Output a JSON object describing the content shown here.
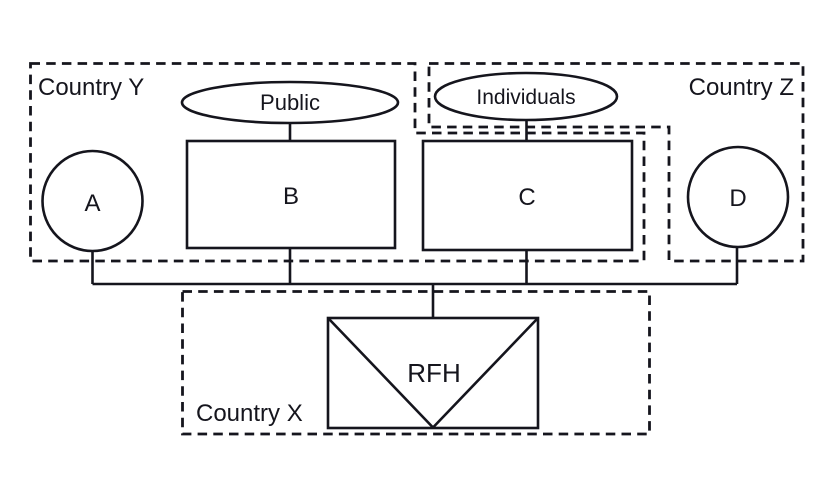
{
  "diagram": {
    "background_color": "#ffffff",
    "stroke_color": "#15151d",
    "countries": {
      "y": {
        "label": "Country Y"
      },
      "z": {
        "label": "Country Z"
      },
      "x": {
        "label": "Country X"
      }
    },
    "nodes": {
      "a": {
        "label": "A",
        "shape": "circle"
      },
      "b": {
        "label": "B",
        "shape": "rectangle"
      },
      "c": {
        "label": "C",
        "shape": "rectangle"
      },
      "d": {
        "label": "D",
        "shape": "circle"
      },
      "public": {
        "label": "Public",
        "shape": "ellipse"
      },
      "individuals": {
        "label": "Individuals",
        "shape": "ellipse"
      },
      "rfh": {
        "label": "RFH",
        "shape": "rectangle-with-v-diagonals"
      }
    },
    "edges": [
      {
        "from": "Public",
        "to": "B"
      },
      {
        "from": "Individuals",
        "to": "C"
      },
      {
        "from": "A",
        "to": "RFH"
      },
      {
        "from": "B",
        "to": "RFH"
      },
      {
        "from": "C",
        "to": "RFH"
      },
      {
        "from": "D",
        "to": "RFH"
      }
    ]
  }
}
